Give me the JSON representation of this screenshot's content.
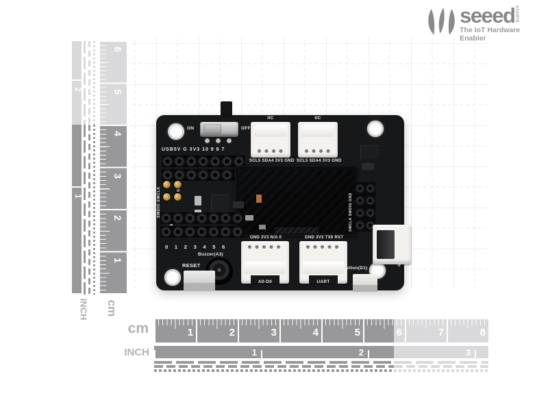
{
  "logo": {
    "brand": "seeed",
    "studio": "studio",
    "tagline": "The IoT Hardware Enabler"
  },
  "rulers": {
    "left_inch_label": "INCH",
    "left_cm_label": "cm",
    "left_cm_numbers": [
      "1",
      "2",
      "3",
      "4",
      "5",
      "6"
    ],
    "left_inch_numbers": [
      "1",
      "2"
    ],
    "bottom_cm_label": "cm",
    "bottom_inch_label": "INCH",
    "bottom_cm_numbers": [
      "1",
      "2",
      "3",
      "4",
      "5",
      "6",
      "7",
      "8"
    ],
    "bottom_inch_numbers": [
      "1",
      "2",
      "3"
    ]
  },
  "board": {
    "switch_on": "ON",
    "switch_off": "OFF",
    "top_header_pins": "USB5V G 3V3 10 9 8 7",
    "grove_iic_1": "IIC",
    "grove_iic_2": "IIC",
    "grove_iic_1_pins": "SCL5 SDA4 3V3 GND",
    "grove_iic_2_pins": "SCL5 SDA4 3V3 GND",
    "swd_pads_label": "SWDIO SWCLK",
    "swd_gnd_label": "GND",
    "swd_reset_label": "RESET",
    "bottom_header_pins": "0 1 2 3 4 5 6",
    "buzzer_label": "Buzzer(A3)",
    "reset_button_label": "RESET",
    "grove_a0_pins": "GND 3V3 N/A 0",
    "grove_uart_pins": "GND 3V3 TX6 RX7",
    "grove_a0_label": "A0-D0",
    "grove_uart_label": "UART",
    "button_label": "Button(D1)",
    "debug_header_label": "SWCLK SWDIO GND",
    "battery_plus": "+"
  },
  "colors": {
    "ruler_dark": "#98989a",
    "ruler_light": "#d9d9db",
    "board_black": "#17181a",
    "grove_white": "#f4f2ef",
    "gold_pad": "#c59a4b",
    "logo_gray": "#878787"
  }
}
